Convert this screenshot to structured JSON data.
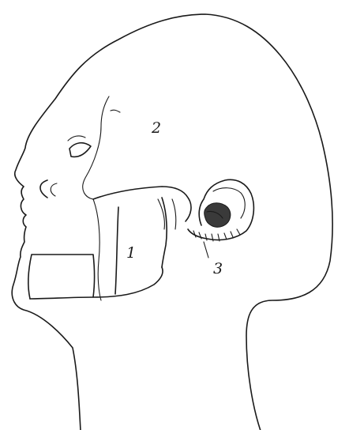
{
  "diagram": {
    "labels": [
      {
        "id": "label-1",
        "text": "1"
      },
      {
        "id": "label-2",
        "text": "2"
      },
      {
        "id": "label-3",
        "text": "3"
      }
    ],
    "colors": {
      "ink": "#1a1a1a",
      "shade": "#3a3a3a",
      "background": "#ffffff"
    }
  }
}
